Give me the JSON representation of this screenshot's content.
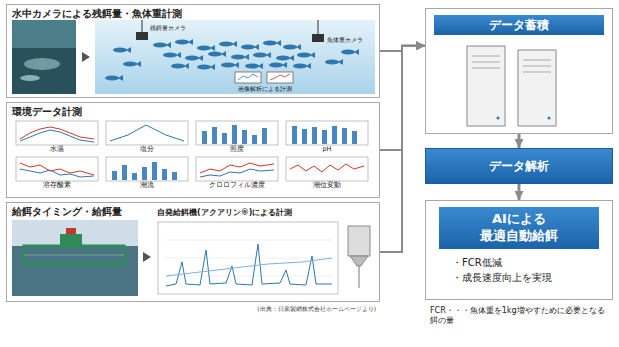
{
  "diagram": {
    "nodes": [
      {
        "text": [
          "水中カメラによる残餌量・魚体重計測"
        ]
      },
      {
        "text": [
          "環境データ計測"
        ]
      },
      {
        "text": [
          "給餌タイミング・給餌量",
          "自発給餌機(アクアリン®)による計測"
        ]
      },
      {
        "text": [
          "データ蓄積"
        ]
      },
      {
        "text": [
          "データ解析"
        ]
      },
      {
        "text": [
          "AIによる 最適自動給餌",
          "・FCR低減",
          "・成長速度向上を実現"
        ]
      }
    ],
    "edges": [
      {
        "from": 0,
        "to": 3,
        "arrow": "to"
      },
      {
        "from": 1,
        "to": 3,
        "arrow": "to"
      },
      {
        "from": 2,
        "to": 3,
        "arrow": "to"
      },
      {
        "from": 3,
        "to": 4,
        "arrow": "to"
      },
      {
        "from": 4,
        "to": 5,
        "arrow": "to"
      }
    ],
    "labels": [
      "残餌量カメラ",
      "魚体重カメラ",
      "画像解析による計測",
      "水温",
      "塩分",
      "照度",
      "pH",
      "溶存酸素",
      "潮流",
      "クロロフィル濃度",
      "潮位変動",
      "(出典：日東製網株式会社ホームページより)",
      "FCR・・・魚体重を1kg増やすために必要となる餌の量"
    ]
  }
}
